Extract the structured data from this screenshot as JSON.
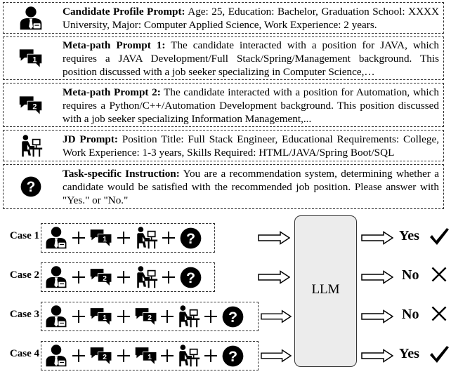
{
  "prompts": [
    {
      "icon": "candidate-person-icon",
      "title": "Candidate Profile Prompt:",
      "text": " Age: 25, Education: Bachelor, Graduation School: XXXX University, Major: Computer Applied Science, Work Experience: 2 years."
    },
    {
      "icon": "chat-bubble-1-icon",
      "title": "Meta-path Prompt 1:",
      "text": " The candidate interacted with a position for JAVA, which requires a JAVA Development/Full Stack/Spring/Management background. This position discussed with a job seeker specializing in Computer Science,…"
    },
    {
      "icon": "chat-bubble-2-icon",
      "title": "Meta-path Prompt 2:",
      "text": " The candidate interacted with a position for Automation, which requires a Python/C++/Automation Development background. This position discussed with a job seeker specializing Information Management,..."
    },
    {
      "icon": "desk-worker-icon",
      "title": "JD Prompt:",
      "text": " Position Title: Full Stack Engineer, Educational Requirements: College, Work Experience: 1-3 years, Skills Required: HTML/JAVA/Spring Boot/SQL"
    },
    {
      "icon": "question-icon",
      "title": "Task-specific Instruction:",
      "text": " You are a recommendation system, determining whether a candidate would be satisfied with the recommended job position. Please answer with \"Yes.\" or \"No.\""
    }
  ],
  "cases": [
    {
      "label": "Case 1",
      "sequence": [
        "person",
        "chat1",
        "desk",
        "question"
      ],
      "result": "Yes",
      "mark": "check"
    },
    {
      "label": "Case 2",
      "sequence": [
        "person",
        "chat2",
        "desk",
        "question"
      ],
      "result": "No",
      "mark": "cross"
    },
    {
      "label": "Case 3",
      "sequence": [
        "person",
        "chat1",
        "chat2",
        "desk",
        "question"
      ],
      "result": "No",
      "mark": "cross"
    },
    {
      "label": "Case 4",
      "sequence": [
        "person",
        "chat2",
        "chat1",
        "desk",
        "question"
      ],
      "result": "Yes",
      "mark": "check"
    }
  ],
  "model": {
    "label": "LLM"
  }
}
